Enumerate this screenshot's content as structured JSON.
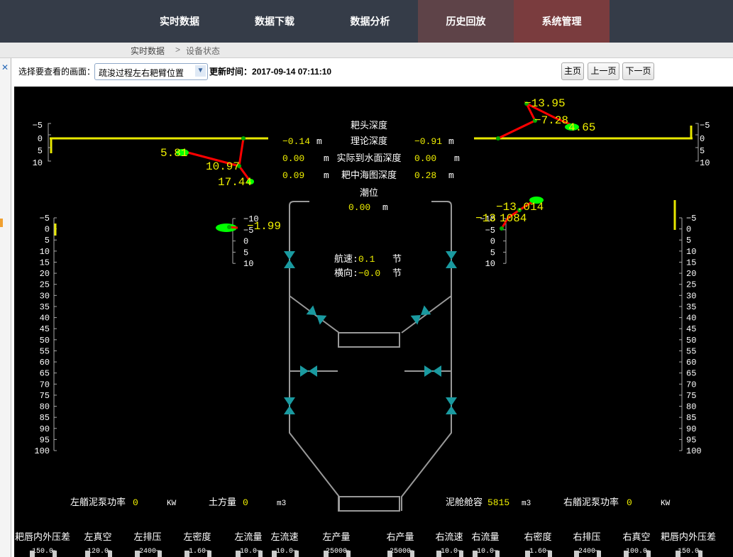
{
  "nav": {
    "items": [
      {
        "label": "实时数据"
      },
      {
        "label": "数据下载"
      },
      {
        "label": "数据分析"
      },
      {
        "label": "历史回放"
      },
      {
        "label": "系统管理"
      }
    ]
  },
  "breadcrumb": {
    "root": "实时数据",
    "sep": ">",
    "current": "设备状态"
  },
  "controls": {
    "select_label": "选择要查看的画面：",
    "select_value": "疏浚过程左右耙臂位置",
    "update_label": "更新时间：",
    "update_time": "2017-09-14 07:11:10",
    "home": "主页",
    "prev": "上一页",
    "next": "下一页"
  },
  "colors": {
    "background": "#000000",
    "text": "#ffffff",
    "value": "#ffff00",
    "arm": "#ff0000",
    "joint": "#00aa00",
    "valve": "#008b8b",
    "accent_nav": "#7a3a3a"
  },
  "icons": {
    "close": "close-icon",
    "dropdown": "chevron-down-icon",
    "valve": "valve-icon"
  },
  "scales": {
    "top": [
      "−5",
      "0",
      "5",
      "10"
    ],
    "mid_small": [
      "−10",
      "−5",
      "0",
      "5",
      "10"
    ],
    "big": [
      "−5",
      "0",
      "5",
      "10",
      "15",
      "20",
      "25",
      "30",
      "35",
      "40",
      "45",
      "50",
      "55",
      "60",
      "65",
      "70",
      "75",
      "80",
      "85",
      "90",
      "95",
      "100"
    ]
  },
  "readings": {
    "left_upper": [
      "5.81",
      "10.97",
      "17.44"
    ],
    "left_lower": [
      "−1.99"
    ],
    "right_upper": [
      "−13.95",
      "−7.28",
      "4.65"
    ],
    "right_lower_a": "−13.014",
    "right_lower_b": "−13",
    "right_lower_c": "1084"
  },
  "center": {
    "drag_head_depth": "耙头深度",
    "theory_depth": "理论深度",
    "actual_depth": "实际到水面深度",
    "chart_depth": "耙中海图深度",
    "tide": "潮位",
    "left_theory": "−0.14",
    "left_actual": "0.00",
    "left_chart": "0.09",
    "right_theory": "−0.91",
    "right_actual": "0.00",
    "right_chart": "0.28",
    "tide_value": "0.00",
    "unit_m": "m",
    "speed_label": "航速:",
    "speed_value": "0.1",
    "lateral_label": "横向:",
    "lateral_value": "−0.0",
    "knot": "节"
  },
  "bottom": {
    "left_pump_label": "左艏泥泵功率",
    "left_pump_value": "0",
    "left_pump_unit": "KW",
    "volume_label": "土方量",
    "volume_value": "0",
    "volume_unit": "m3",
    "hopper_label": "泥舱舱容",
    "hopper_value": "5815",
    "hopper_unit": "m3",
    "right_pump_label": "右艏泥泵功率",
    "right_pump_value": "0",
    "right_pump_unit": "KW"
  },
  "gauges": [
    {
      "label": "耙唇内外压差",
      "max": "150.0"
    },
    {
      "label": "左真空",
      "max": "120.0"
    },
    {
      "label": "左排压",
      "max": "2400"
    },
    {
      "label": "左密度",
      "max": "1.60"
    },
    {
      "label": "左流量",
      "max": "10.0"
    },
    {
      "label": "左流速",
      "max": "10.0"
    },
    {
      "label": "左产量",
      "max": "25000"
    },
    {
      "label": "右产量",
      "max": "25000"
    },
    {
      "label": "右流速",
      "max": "10.0"
    },
    {
      "label": "右流量",
      "max": "10.0"
    },
    {
      "label": "右密度",
      "max": "1.60"
    },
    {
      "label": "右排压",
      "max": "2400"
    },
    {
      "label": "右真空",
      "max": "100.0"
    },
    {
      "label": "耙唇内外压差",
      "max": "150.0"
    }
  ]
}
